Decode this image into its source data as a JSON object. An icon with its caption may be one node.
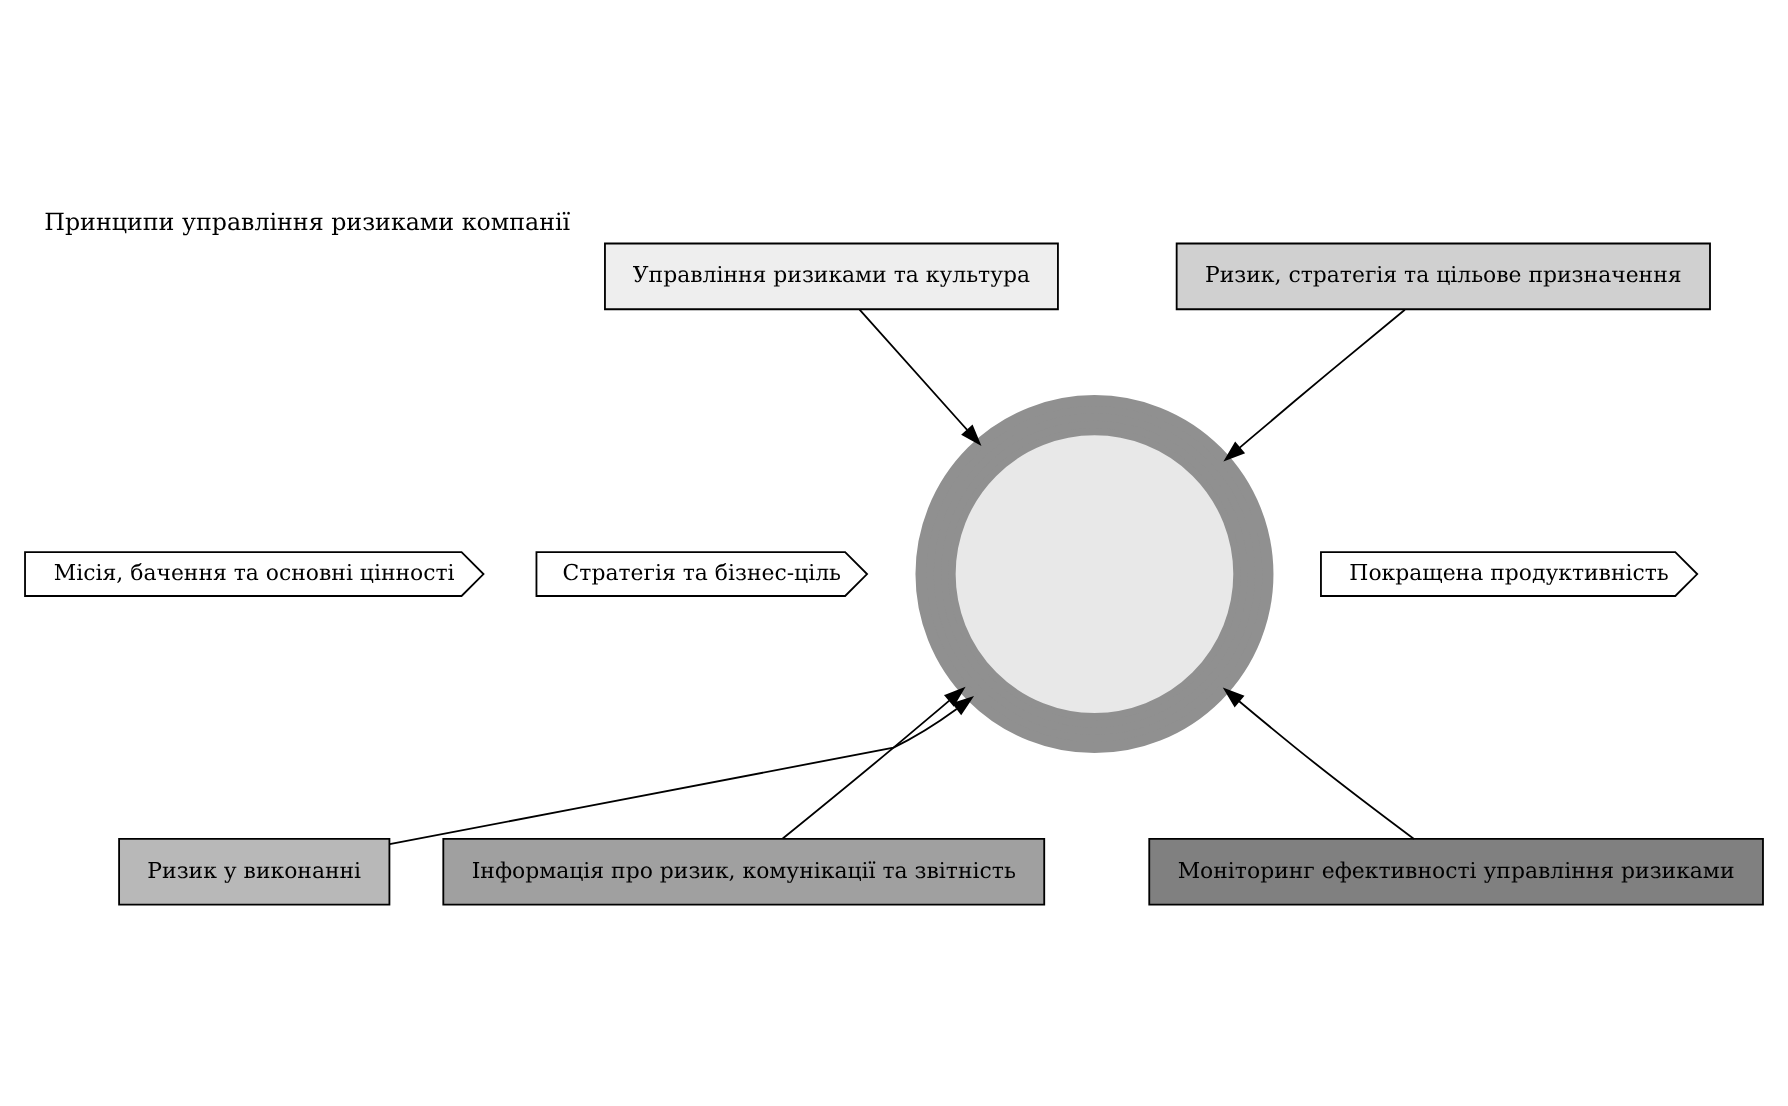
{
  "diagram": {
    "title": "Принципи управління ризиками компанії",
    "nodes": [
      {
        "text": [
          "Управління ризиками та культура"
        ]
      },
      {
        "text": [
          "Ризик, стратегія та цільове призначення"
        ]
      },
      {
        "text": [
          "Місія, бачення та основні цінності"
        ]
      },
      {
        "text": [
          "Стратегія та бізнес-ціль"
        ]
      },
      {
        "text": [],
        "shape": "circle"
      },
      {
        "text": [
          "Покращена продуктивність"
        ]
      },
      {
        "text": [
          "Ризик у виконанні"
        ]
      },
      {
        "text": [
          "Інформація про ризик, комунікації та звітність"
        ]
      },
      {
        "text": [
          "Моніторинг ефективності управління ризиками"
        ]
      }
    ],
    "edges": [
      {
        "from": 0,
        "to": 4,
        "arrow": "to"
      },
      {
        "from": 1,
        "to": 4,
        "arrow": "to"
      },
      {
        "from": 6,
        "to": 4,
        "arrow": "to"
      },
      {
        "from": 7,
        "to": 4,
        "arrow": "to"
      },
      {
        "from": 8,
        "to": 4,
        "arrow": "to"
      }
    ]
  }
}
